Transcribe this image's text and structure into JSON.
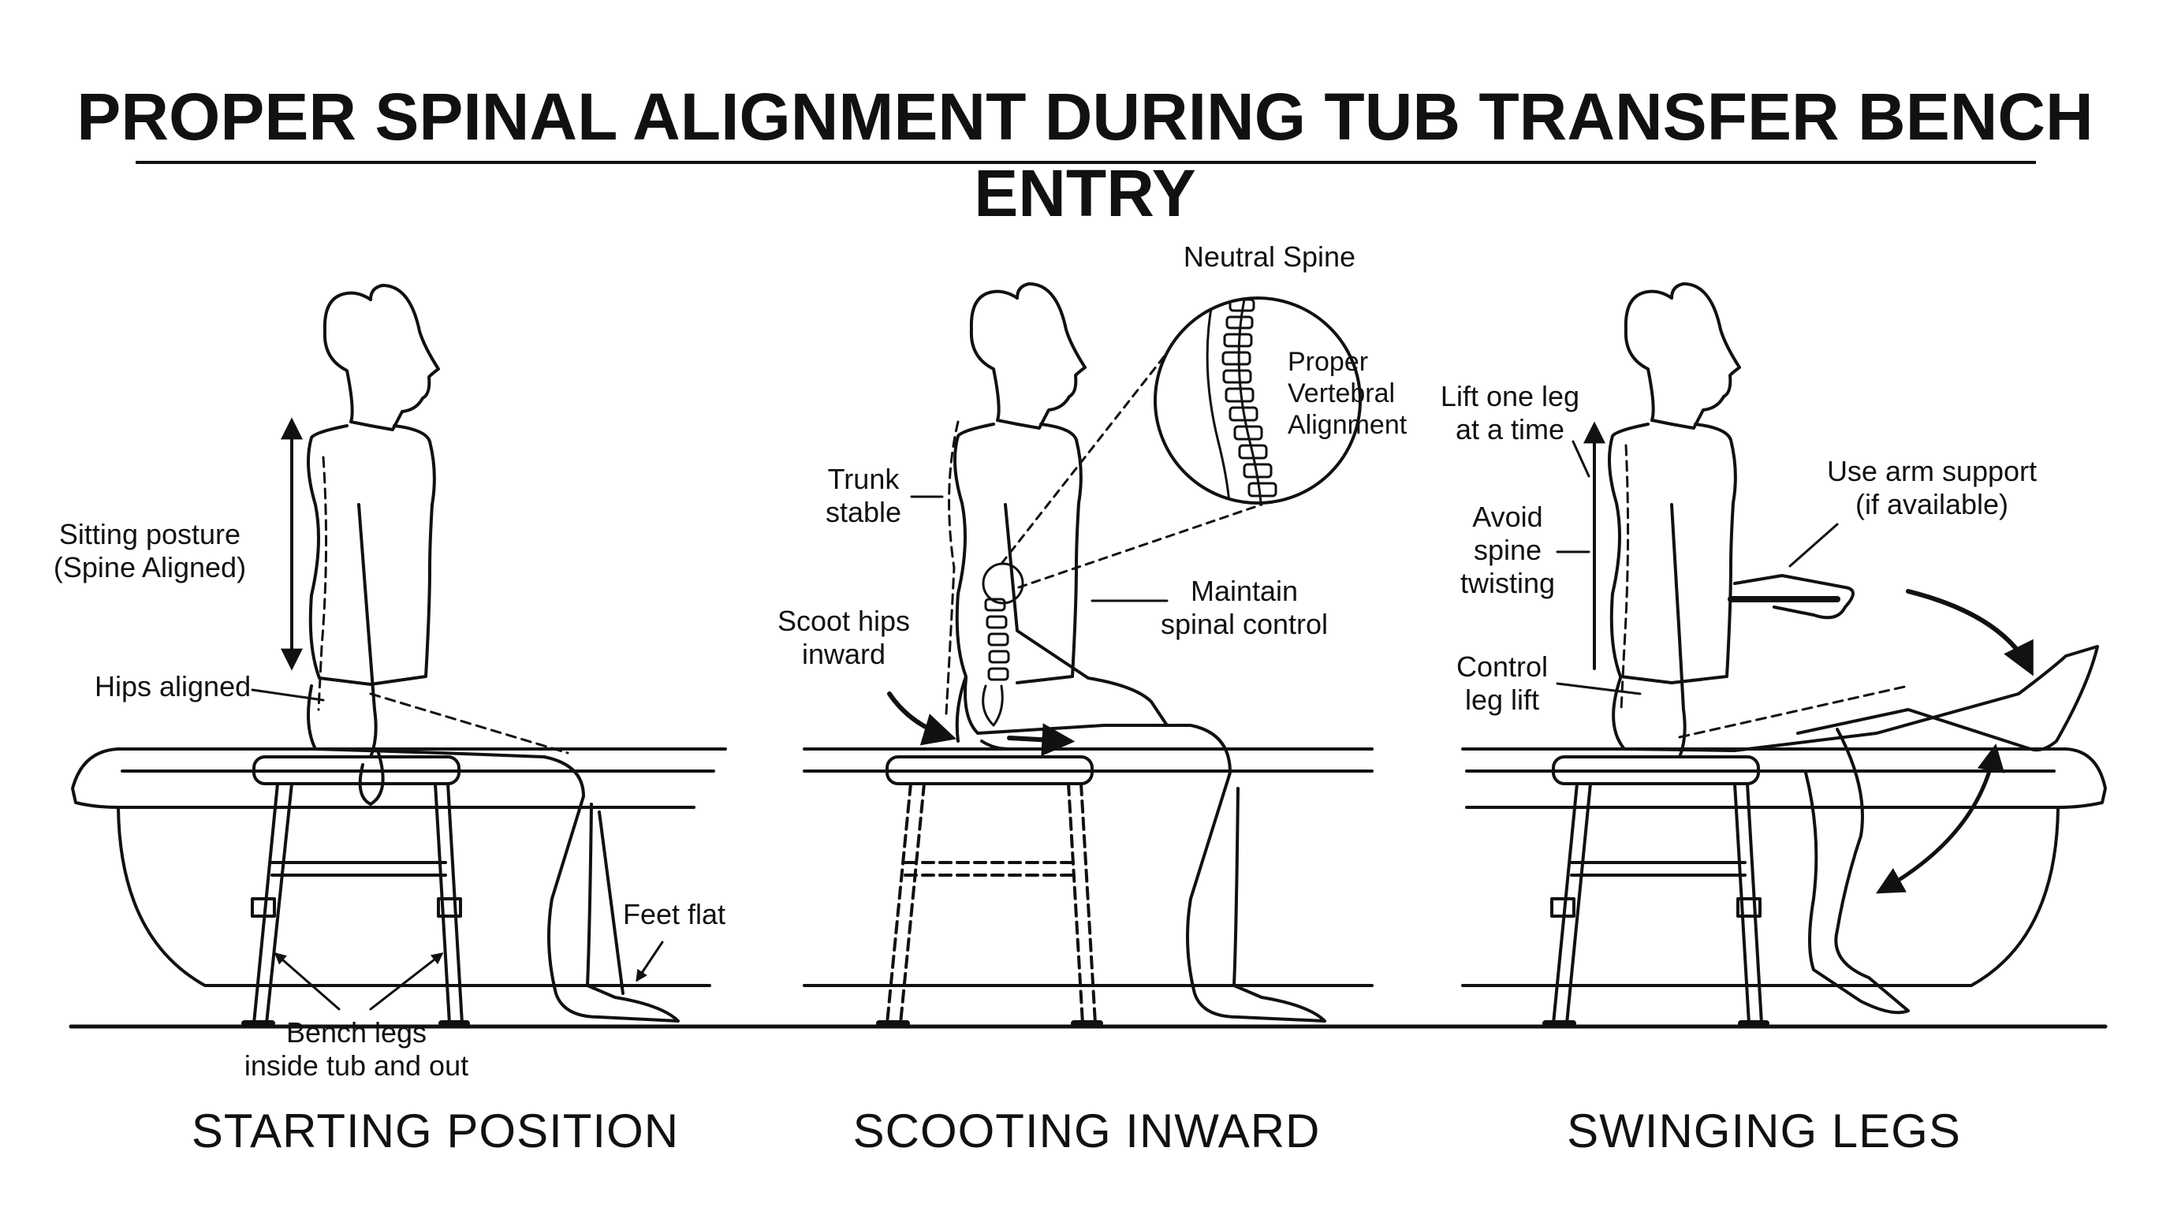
{
  "title": "PROPER SPINAL ALIGNMENT DURING TUB TRANSFER BENCH ENTRY",
  "panels": [
    {
      "caption": "STARTING POSITION",
      "labels": {
        "sitting_posture": [
          "Sitting posture",
          "(Spine Aligned)"
        ],
        "hips_aligned": "Hips aligned",
        "feet_flat": "Feet flat",
        "bench_legs": [
          "Bench legs",
          "inside tub and out"
        ]
      }
    },
    {
      "caption": "SCOOTING INWARD",
      "labels": {
        "neutral_spine": "Neutral Spine",
        "vertebral": [
          "Proper",
          "Vertebral",
          "Alignment"
        ],
        "trunk_stable": [
          "Trunk",
          "stable"
        ],
        "scoot_hips": [
          "Scoot hips",
          "inward"
        ],
        "spinal_control": [
          "Maintain",
          "spinal control"
        ]
      }
    },
    {
      "caption": "SWINGING LEGS",
      "labels": {
        "lift_one_leg": [
          "Lift one leg",
          "at a time"
        ],
        "avoid_twisting": [
          "Avoid",
          "spine",
          "twisting"
        ],
        "control_leg": [
          "Control",
          "leg lift"
        ],
        "arm_support": [
          "Use arm support",
          "(if available)"
        ]
      }
    }
  ]
}
